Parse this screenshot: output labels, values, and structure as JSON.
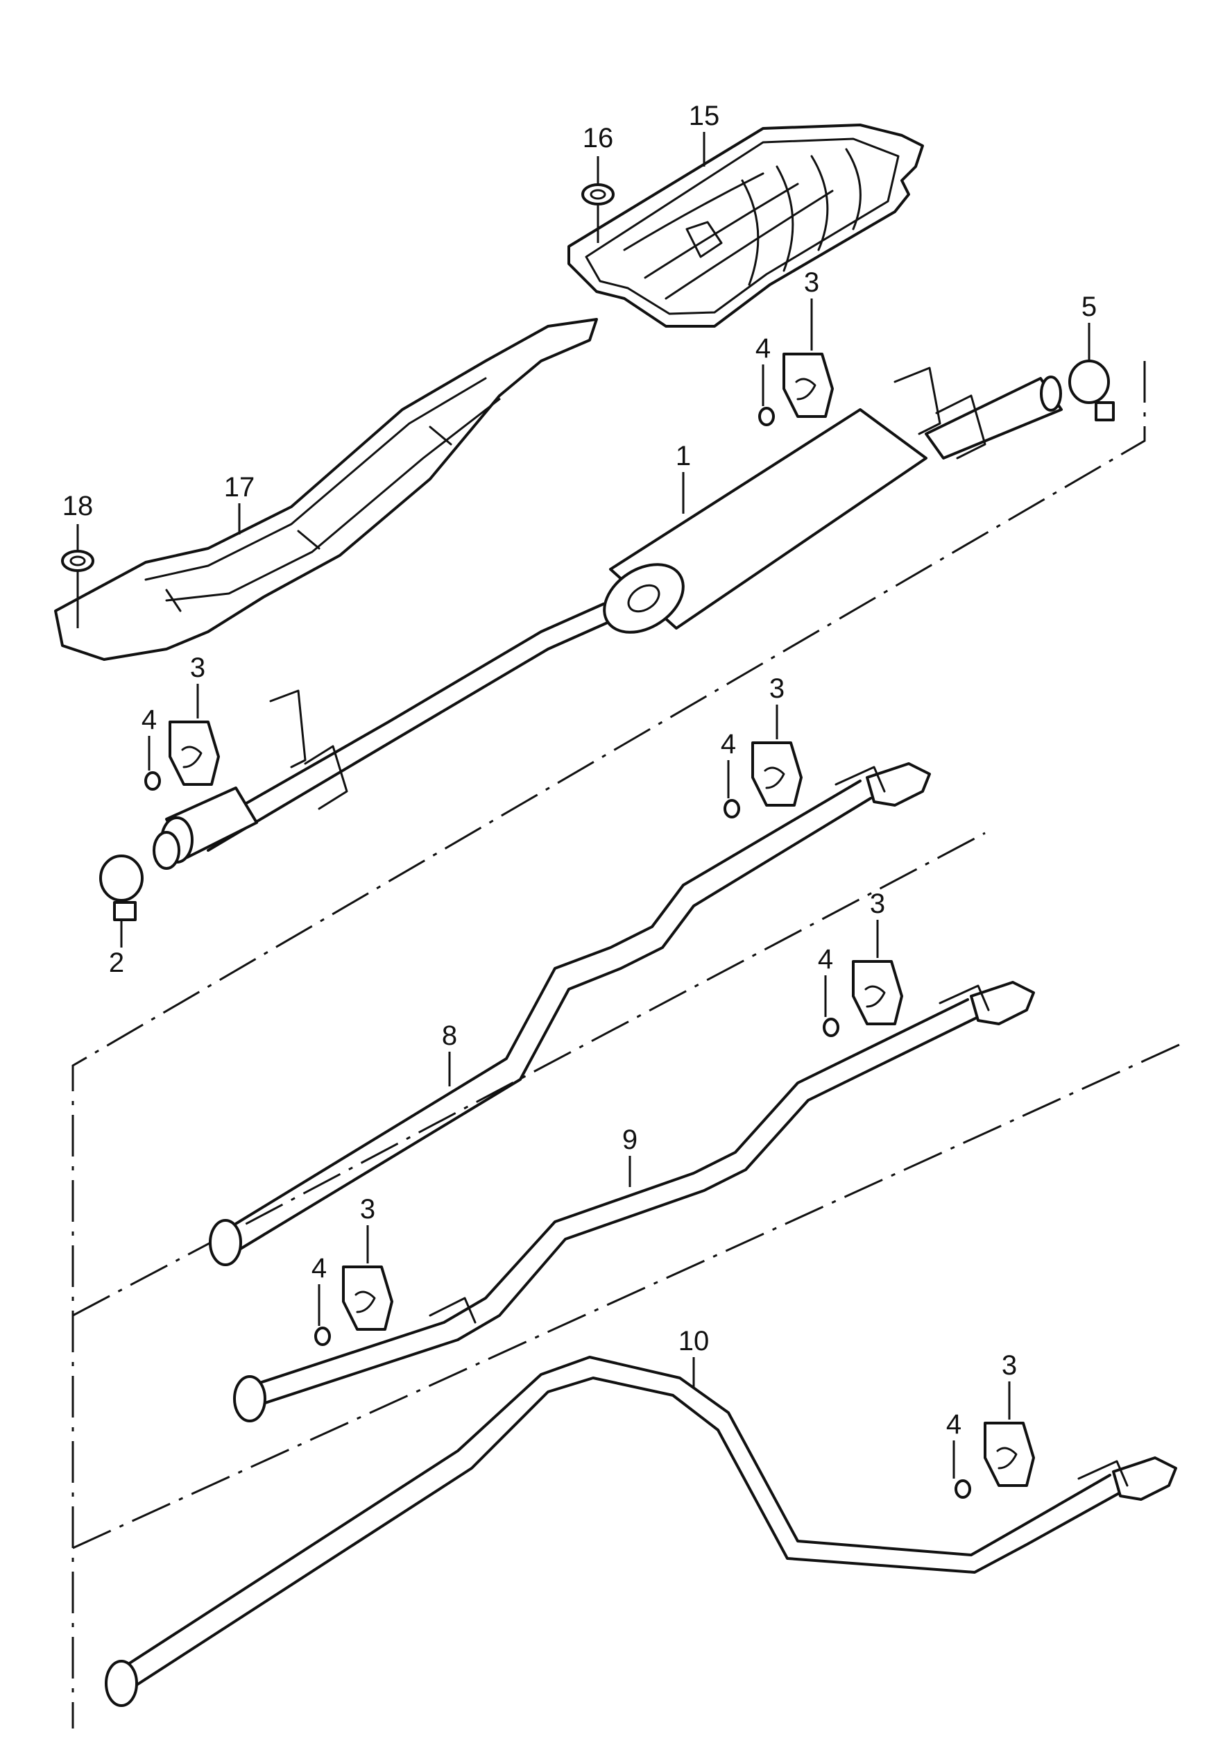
{
  "callouts": {
    "c1": "1",
    "c2": "2",
    "c3": "3",
    "c4": "4",
    "c5": "5",
    "c8": "8",
    "c9": "9",
    "c10": "10",
    "c15": "15",
    "c16": "16",
    "c17": "17",
    "c18": "18"
  }
}
